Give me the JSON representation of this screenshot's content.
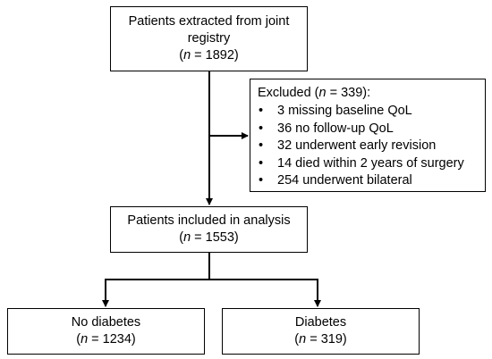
{
  "flowchart": {
    "registry": {
      "line1": "Patients extracted from joint",
      "line2": "registry",
      "count_prefix": "(",
      "n_symbol": "n",
      "count_suffix": " = 1892)"
    },
    "excluded": {
      "heading_prefix": "Excluded (",
      "n_symbol": "n",
      "heading_suffix": " = 339):",
      "reasons": [
        {
          "bullet": "•",
          "text": "3 missing baseline QoL"
        },
        {
          "bullet": "•",
          "text": "36 no follow-up QoL"
        },
        {
          "bullet": "•",
          "text": "32 underwent early revision"
        },
        {
          "bullet": "•",
          "text": "14 died within 2 years of surgery"
        },
        {
          "bullet": "•",
          "text": "254 underwent bilateral"
        }
      ]
    },
    "included": {
      "label": "Patients included in analysis",
      "count_prefix": "(",
      "n_symbol": "n",
      "count_suffix": " = 1553)"
    },
    "no_diabetes": {
      "label": "No diabetes",
      "count_prefix": "(",
      "n_symbol": "n",
      "count_suffix": " = 1234)"
    },
    "diabetes": {
      "label": "Diabetes",
      "count_prefix": "(",
      "n_symbol": "n",
      "count_suffix": " = 319)"
    }
  },
  "colors": {
    "stroke": "#000000",
    "background": "#ffffff"
  }
}
